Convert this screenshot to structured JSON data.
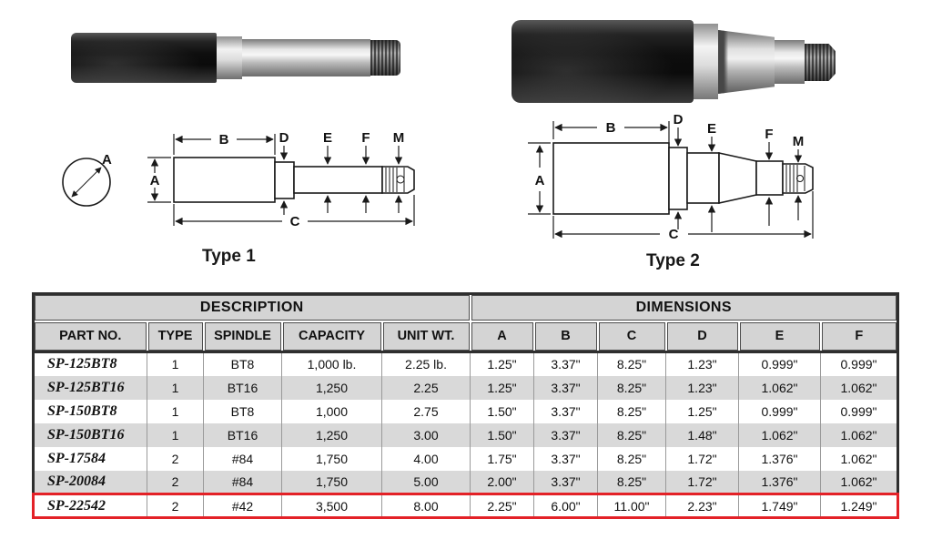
{
  "diagrams": {
    "letters": {
      "A": "A",
      "B": "B",
      "C": "C",
      "D": "D",
      "E": "E",
      "F": "F",
      "M": "M"
    },
    "type1": {
      "caption": "Type 1"
    },
    "type2": {
      "caption": "Type 2"
    }
  },
  "table": {
    "group_headers": [
      {
        "label": "DESCRIPTION",
        "colspan": 5
      },
      {
        "label": "DIMENSIONS",
        "colspan": 6
      }
    ],
    "columns": [
      "PART NO.",
      "TYPE",
      "SPINDLE",
      "CAPACITY",
      "UNIT WT.",
      "A",
      "B",
      "C",
      "D",
      "E",
      "F"
    ],
    "rows": [
      {
        "highlight": false,
        "cells": [
          "SP-125BT8",
          "1",
          "BT8",
          "1,000 lb.",
          "2.25 lb.",
          "1.25\"",
          "3.37\"",
          "8.25\"",
          "1.23\"",
          "0.999\"",
          "0.999\""
        ]
      },
      {
        "highlight": false,
        "cells": [
          "SP-125BT16",
          "1",
          "BT16",
          "1,250",
          "2.25",
          "1.25\"",
          "3.37\"",
          "8.25\"",
          "1.23\"",
          "1.062\"",
          "1.062\""
        ]
      },
      {
        "highlight": false,
        "cells": [
          "SP-150BT8",
          "1",
          "BT8",
          "1,000",
          "2.75",
          "1.50\"",
          "3.37\"",
          "8.25\"",
          "1.25\"",
          "0.999\"",
          "0.999\""
        ]
      },
      {
        "highlight": false,
        "cells": [
          "SP-150BT16",
          "1",
          "BT16",
          "1,250",
          "3.00",
          "1.50\"",
          "3.37\"",
          "8.25\"",
          "1.48\"",
          "1.062\"",
          "1.062\""
        ]
      },
      {
        "highlight": false,
        "cells": [
          "SP-17584",
          "2",
          "#84",
          "1,750",
          "4.00",
          "1.75\"",
          "3.37\"",
          "8.25\"",
          "1.72\"",
          "1.376\"",
          "1.062\""
        ]
      },
      {
        "highlight": false,
        "cells": [
          "SP-20084",
          "2",
          "#84",
          "1,750",
          "5.00",
          "2.00\"",
          "3.37\"",
          "8.25\"",
          "1.72\"",
          "1.376\"",
          "1.062\""
        ]
      },
      {
        "highlight": true,
        "cells": [
          "SP-22542",
          "2",
          "#42",
          "3,500",
          "8.00",
          "2.25\"",
          "6.00\"",
          "11.00\"",
          "2.23\"",
          "1.749\"",
          "1.249\""
        ]
      }
    ],
    "colors": {
      "header_bg": "#d4d4d4",
      "stripe_bg": "#d9d9d9",
      "table_border": "#2e2e2e",
      "highlight_red": "#e32127",
      "text": "#111111"
    }
  }
}
